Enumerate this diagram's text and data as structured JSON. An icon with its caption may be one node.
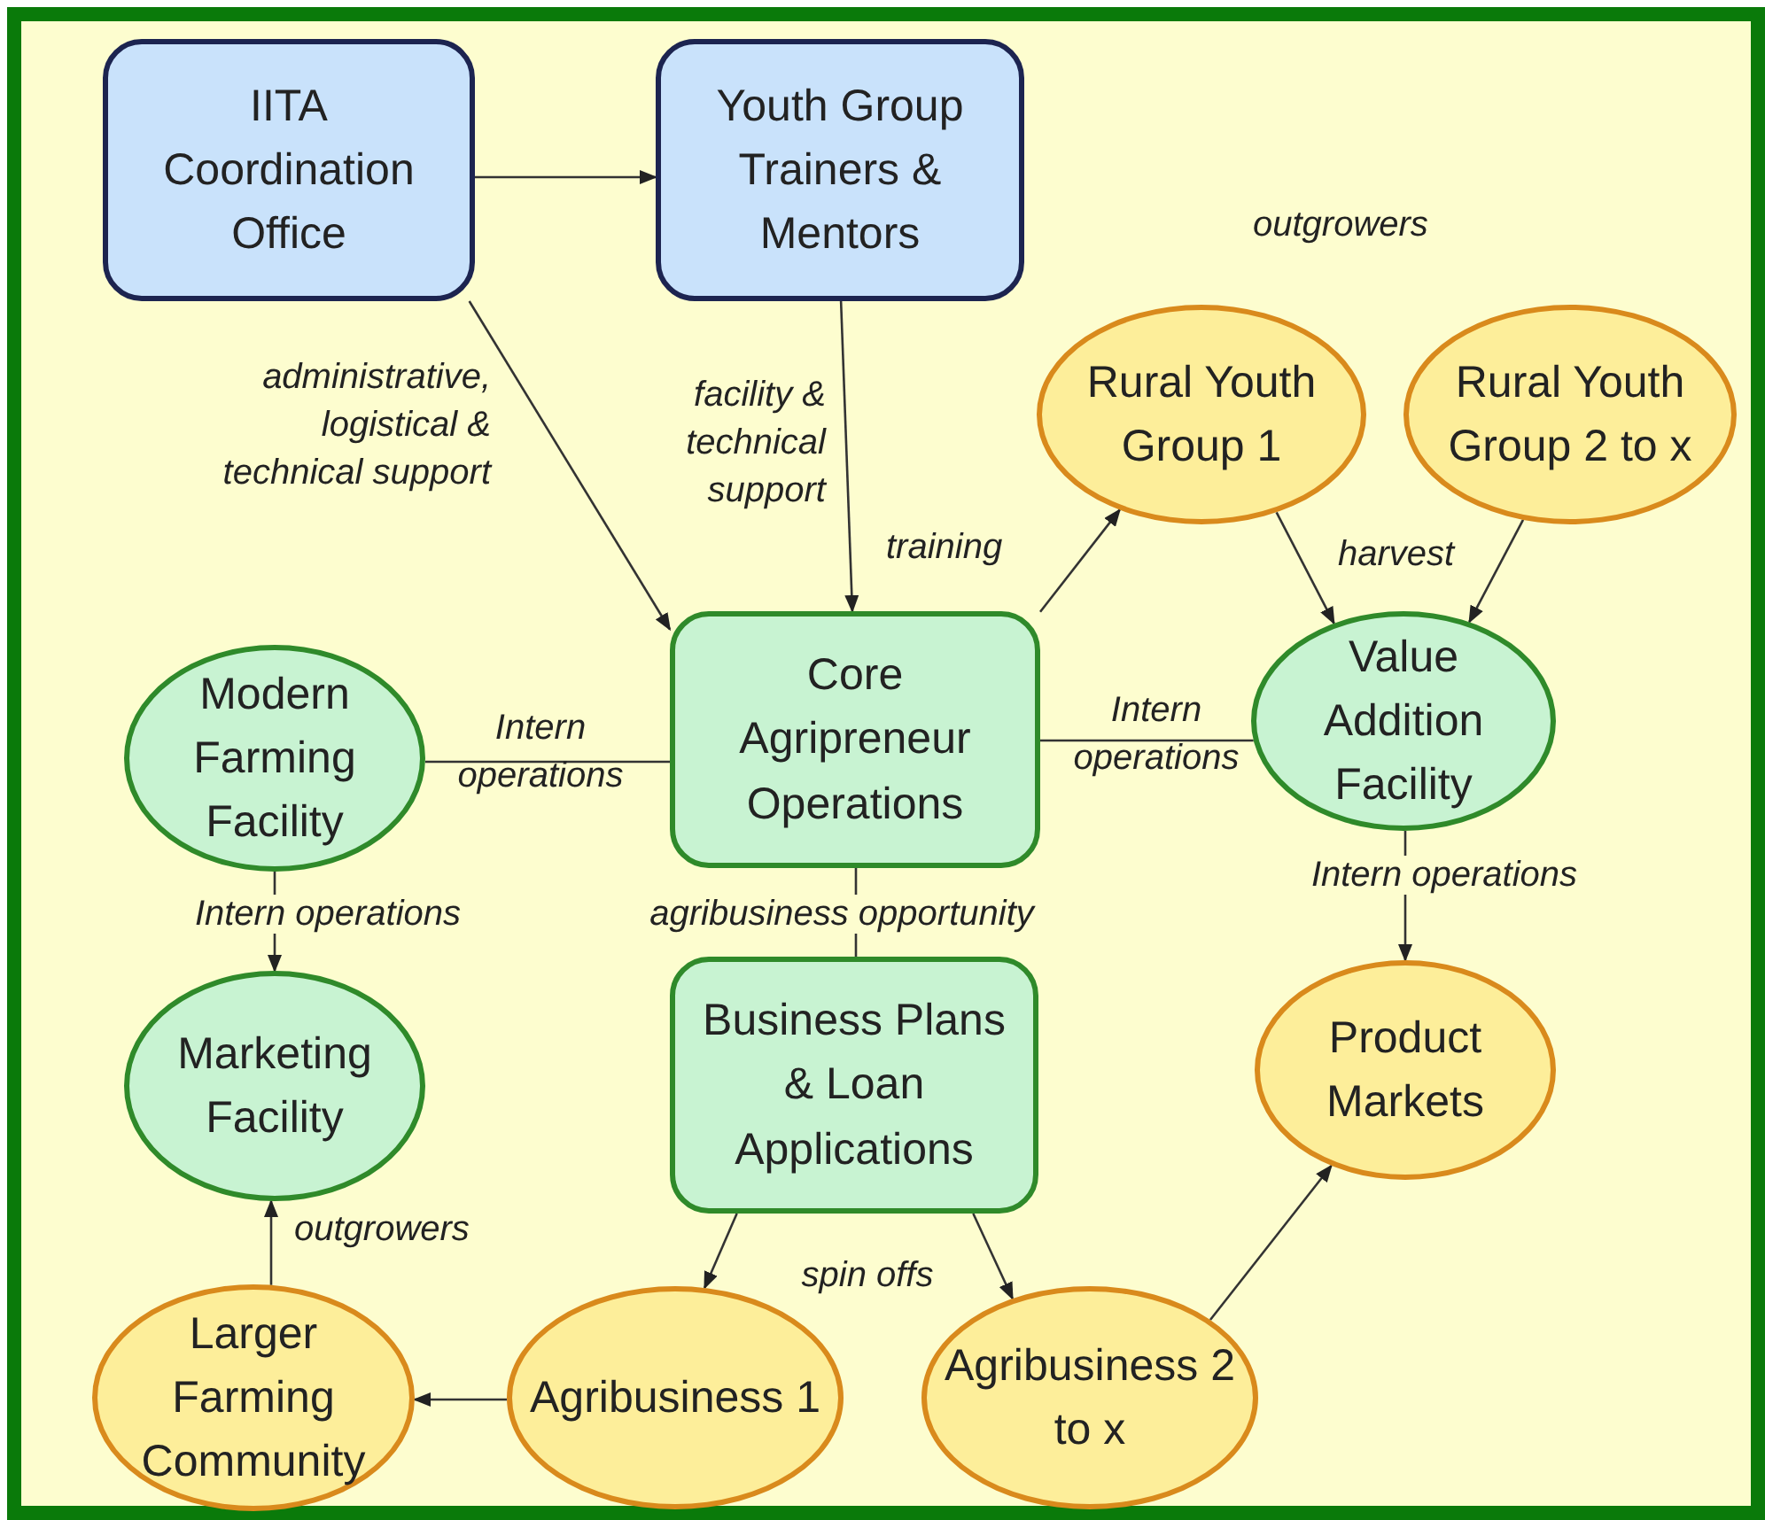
{
  "diagram": {
    "nodes": [
      {
        "text": [
          "IITA Coordination Office"
        ]
      },
      {
        "text": [
          "Youth Group Trainers & Mentors"
        ]
      },
      {
        "text": [
          "Rural Youth Group 1"
        ]
      },
      {
        "text": [
          "Rural Youth Group 2 to x"
        ]
      },
      {
        "text": [
          "Modern Farming Facility"
        ]
      },
      {
        "text": [
          "Core Agripreneur Operations"
        ]
      },
      {
        "text": [
          "Value Addition Facility"
        ]
      },
      {
        "text": [
          "Marketing Facility"
        ]
      },
      {
        "text": [
          "Business Plans & Loan Applications"
        ]
      },
      {
        "text": [
          "Product Markets"
        ]
      },
      {
        "text": [
          "Larger Farming Community"
        ]
      },
      {
        "text": [
          "Agribusiness 1"
        ]
      },
      {
        "text": [
          "Agribusiness 2 to x"
        ]
      }
    ],
    "edges": [
      {
        "from": 0,
        "to": 1,
        "arrow": "to"
      },
      {
        "from": 0,
        "to": 5,
        "arrow": "to",
        "label": "administrative, logistical & technical support"
      },
      {
        "from": 1,
        "to": 5,
        "arrow": "to",
        "label": "facility & technical support"
      },
      {
        "from": 5,
        "to": 2,
        "arrow": "to",
        "label": "training"
      },
      {
        "from": 2,
        "to": 6,
        "arrow": "to",
        "label": "harvest"
      },
      {
        "from": 3,
        "to": 6,
        "arrow": "to"
      },
      {
        "from": 5,
        "to": 4,
        "arrow": "none",
        "label": "Intern operations"
      },
      {
        "from": 5,
        "to": 6,
        "arrow": "none",
        "label": "Intern operations"
      },
      {
        "from": 4,
        "to": 7,
        "arrow": "to",
        "label": "Intern operations"
      },
      {
        "from": 5,
        "to": 8,
        "arrow": "none",
        "label": "agribusiness opportunity"
      },
      {
        "from": 6,
        "to": 9,
        "arrow": "to",
        "label": "Intern operations"
      },
      {
        "from": 8,
        "to": 11,
        "arrow": "to",
        "label": "spin offs"
      },
      {
        "from": 8,
        "to": 12,
        "arrow": "to"
      },
      {
        "from": 11,
        "to": 10,
        "arrow": "to"
      },
      {
        "from": 10,
        "to": 7,
        "arrow": "to",
        "label": "outgrowers"
      },
      {
        "from": 12,
        "to": 9,
        "arrow": "to"
      }
    ],
    "labels": [
      "outgrowers"
    ]
  }
}
